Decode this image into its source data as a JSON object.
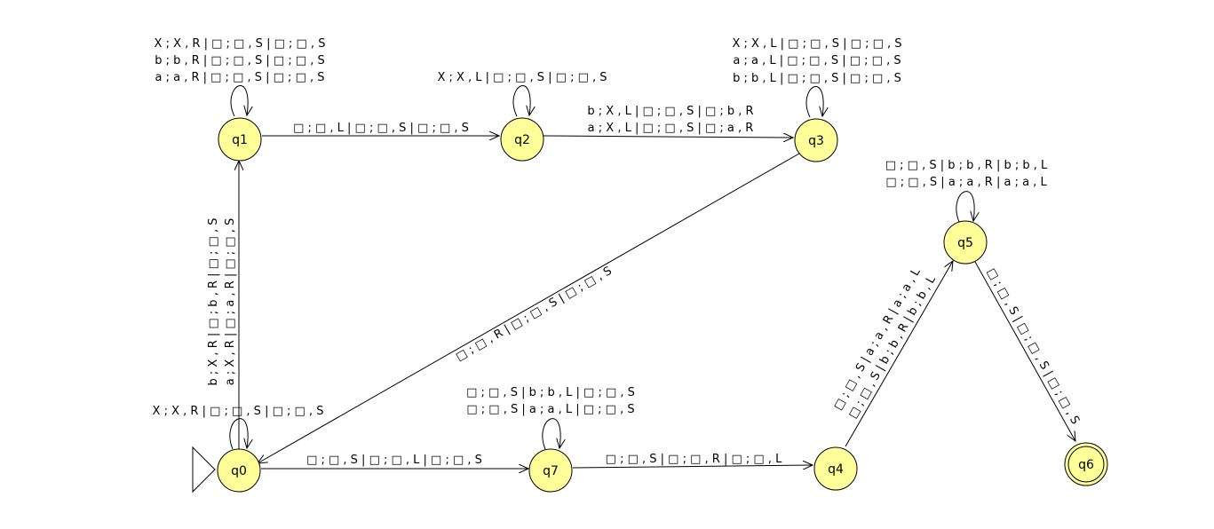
{
  "states": {
    "q0": "q0",
    "q1": "q1",
    "q2": "q2",
    "q3": "q3",
    "q4": "q4",
    "q5": "q5",
    "q6": "q6",
    "q7": "q7"
  },
  "initial_state": "q0",
  "accepting_states": [
    "q6"
  ],
  "transitions": {
    "q1_loop": [
      "X ; X , R | □ ; □ , S | □ ; □ , S",
      "b ; b , R | □ ; □ , S | □ ; □ , S",
      "a ; a , R | □ ; □ , S | □ ; □ , S"
    ],
    "q1_q2": [
      "□ ; □ , L | □ ; □ , S | □ ; □ , S"
    ],
    "q2_loop": [
      "X ; X , L | □ ; □ , S | □ ; □ , S"
    ],
    "q2_q3": [
      "b ; X , L | □ ; □ , S | □ ; b , R",
      "a ; X , L | □ ; □ , S | □ ; a , R"
    ],
    "q3_loop": [
      "X ; X , L | □ ; □ , S | □ ; □ , S",
      "a ; a , L | □ ; □ , S | □ ; □ , S",
      "b ; b , L | □ ; □ , S | □ ; □ , S"
    ],
    "q0_q1": [
      "b ; X , R | □ ; b , R | □ ; □ , S",
      "a ; X , R | □ ; a , R | □ ; □ , S"
    ],
    "q3_q0": [
      "□ ; □ , R | □ ; □ , S | □ ; □ , S"
    ],
    "q0_loop": [
      "X ; X , R | □ ; □ , S | □ ; □ , S"
    ],
    "q0_q7": [
      "□ ; □ , S | □ ; □ , L | □ ; □ , S"
    ],
    "q7_loop": [
      "□ ; □ , S | b ; b , L | □ ; □ , S",
      "□ ; □ , S | a ; a , L | □ ; □ , S"
    ],
    "q7_q4": [
      "□ ; □ , S | □ ; □ , R | □ ; □ , L"
    ],
    "q4_q5": [
      "□ ; □ , S | a ; a , R | a ; a , L",
      "□ ; □ , S | b ; b , R | b ; b , L"
    ],
    "q5_loop": [
      "□ ; □ , S | b ; b , R | b ; b , L",
      "□ ; □ , S | a ; a , R | a ; a , L"
    ],
    "q5_q6": [
      "□ ; □ , S | □ ; □ , S | □ ; □ , S"
    ]
  }
}
